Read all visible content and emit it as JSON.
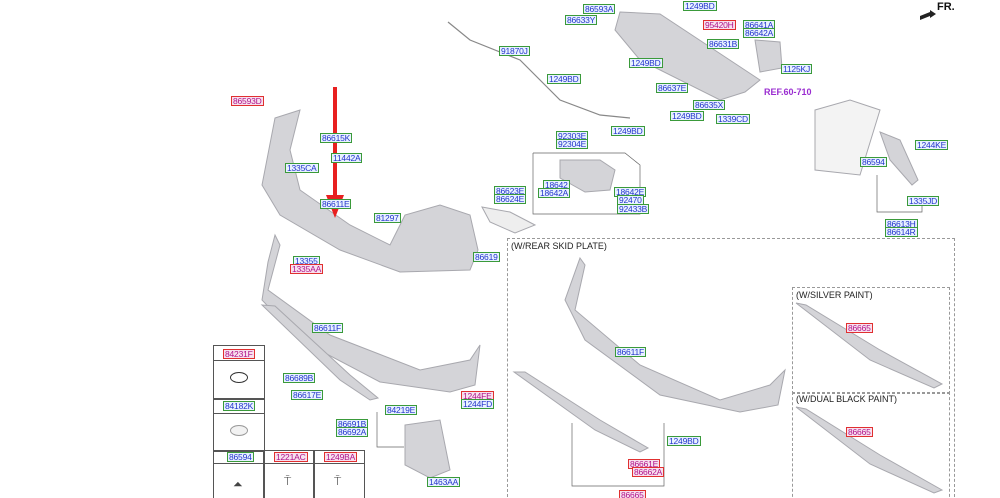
{
  "orientation": "FR.",
  "reference": "REF.60-710",
  "sections": {
    "rear_skid": "(W/REAR SKID PLATE)",
    "silver": "(W/SILVER PAINT)",
    "dual_black": "(W/DUAL BLACK PAINT)"
  },
  "labels": [
    {
      "text": "86593A"
    },
    {
      "text": "86633Y"
    },
    {
      "text": "91870J"
    },
    {
      "text": "1249BD"
    },
    {
      "text": "86593D"
    },
    {
      "text": "86615K"
    },
    {
      "text": "11442A"
    },
    {
      "text": "1335CA"
    },
    {
      "text": "86611E"
    },
    {
      "text": "81297"
    },
    {
      "text": "86623E"
    },
    {
      "text": "86624E"
    },
    {
      "text": "86619"
    },
    {
      "text": "92303E"
    },
    {
      "text": "92304E"
    },
    {
      "text": "1249BD"
    },
    {
      "text": "18642"
    },
    {
      "text": "18642A"
    },
    {
      "text": "18642E"
    },
    {
      "text": "92470"
    },
    {
      "text": "92433B"
    },
    {
      "text": "1249BD"
    },
    {
      "text": "95420H"
    },
    {
      "text": "86641A"
    },
    {
      "text": "86642A"
    },
    {
      "text": "86631B"
    },
    {
      "text": "1249BD"
    },
    {
      "text": "86637E"
    },
    {
      "text": "86635X"
    },
    {
      "text": "1249BD"
    },
    {
      "text": "1339CD"
    },
    {
      "text": "1125KJ"
    },
    {
      "text": "1244KE"
    },
    {
      "text": "86594"
    },
    {
      "text": "1335JD"
    },
    {
      "text": "86613H"
    },
    {
      "text": "86614R"
    },
    {
      "text": "13355"
    },
    {
      "text": "1335AA"
    },
    {
      "text": "86611F"
    },
    {
      "text": "86689B"
    },
    {
      "text": "86617E"
    },
    {
      "text": "1244FE"
    },
    {
      "text": "1244FD"
    },
    {
      "text": "84219E"
    },
    {
      "text": "86691B"
    },
    {
      "text": "86692A"
    },
    {
      "text": "1463AA"
    },
    {
      "text": "86611F"
    },
    {
      "text": "1249BD"
    },
    {
      "text": "86661E"
    },
    {
      "text": "86662A"
    },
    {
      "text": "86665"
    },
    {
      "text": "86665"
    },
    {
      "text": "86665"
    }
  ],
  "legend_table": {
    "cells": [
      "84231F",
      "84182K",
      "86594",
      "1221AC",
      "1249BA"
    ]
  }
}
